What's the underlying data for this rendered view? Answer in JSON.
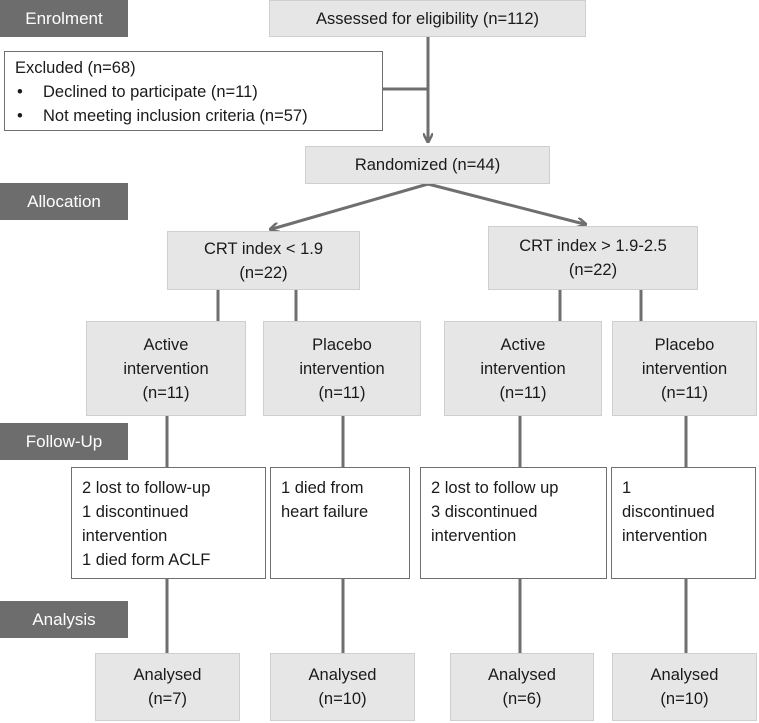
{
  "phases": {
    "enrolment": "Enrolment",
    "allocation": "Allocation",
    "follow_up": "Follow-Up",
    "analysis": "Analysis"
  },
  "assessed": "Assessed for eligibility (n=112)",
  "excluded": {
    "title": "Excluded (n=68)",
    "bullet_glyph": "•",
    "items": [
      "Declined to participate (n=11)",
      "Not meeting inclusion criteria (n=57)"
    ]
  },
  "randomized": "Randomized (n=44)",
  "groups": [
    {
      "line1": "CRT index < 1.9",
      "line2": "(n=22)"
    },
    {
      "line1": "CRT index > 1.9-2.5",
      "line2": "(n=22)"
    }
  ],
  "arms": [
    {
      "line1": "Active",
      "line2": "intervention",
      "line3": "(n=11)"
    },
    {
      "line1": "Placebo",
      "line2": "intervention",
      "line3": "(n=11)"
    },
    {
      "line1": "Active",
      "line2": "intervention",
      "line3": "(n=11)"
    },
    {
      "line1": "Placebo",
      "line2": "intervention",
      "line3": "(n=11)"
    }
  ],
  "followup": [
    [
      "2 lost to follow-up",
      "1 discontinued",
      "intervention",
      "1 died form ACLF"
    ],
    [
      "1 died from",
      "heart failure"
    ],
    [
      "2 lost to follow up",
      "3 discontinued",
      "intervention"
    ],
    [
      "1",
      "discontinued",
      "intervention"
    ]
  ],
  "analysed": [
    {
      "line1": "Analysed",
      "line2": "(n=7)"
    },
    {
      "line1": "Analysed",
      "line2": "(n=10)"
    },
    {
      "line1": "Analysed",
      "line2": "(n=6)"
    },
    {
      "line1": "Analysed",
      "line2": "(n=10)"
    }
  ],
  "colors": {
    "phase_bg": "#6d6d6d",
    "box_grey": "#e6e6e6",
    "line": "#6f6f6f"
  }
}
